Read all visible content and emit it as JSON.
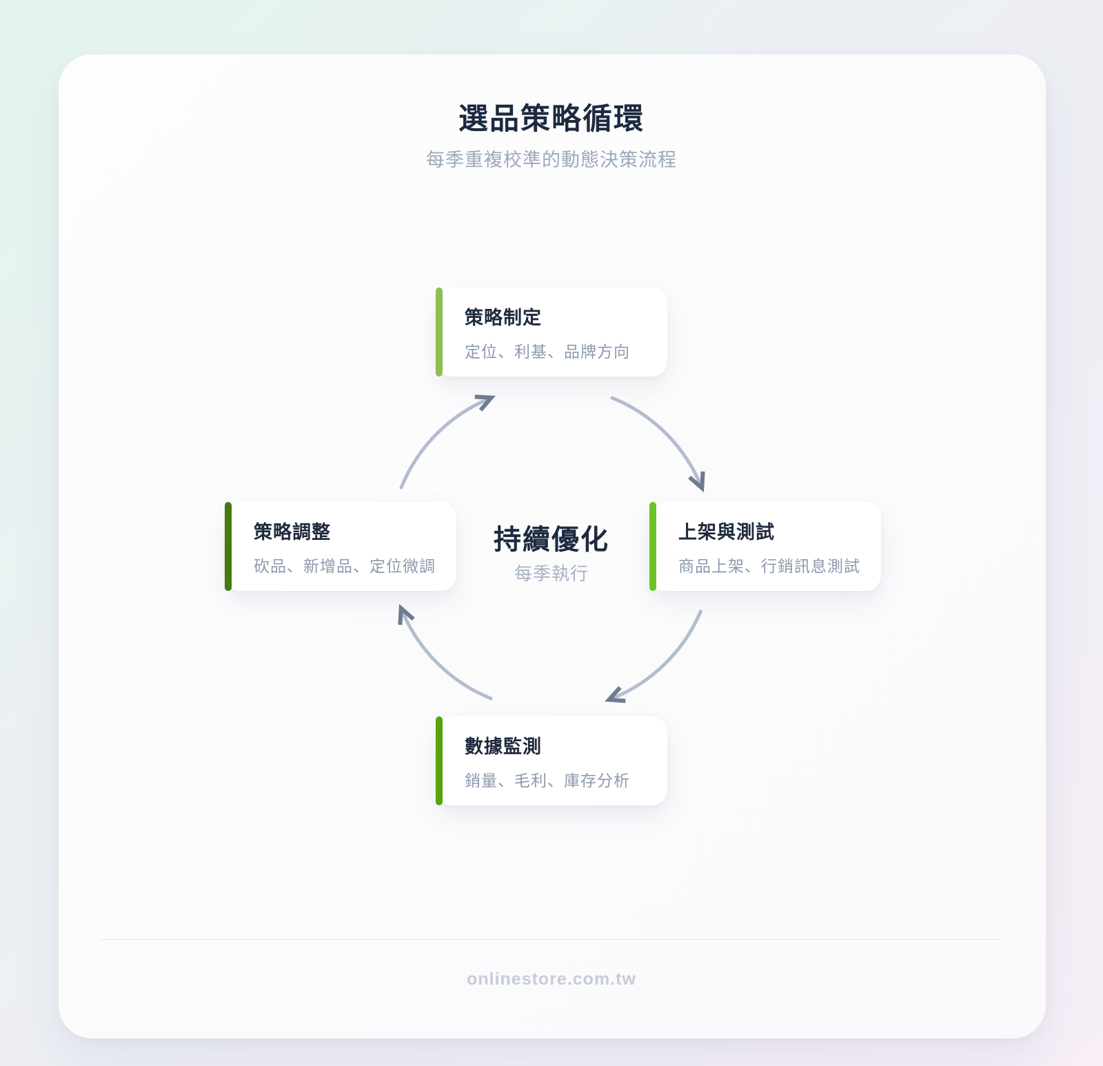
{
  "page": {
    "title": "選品策略循環",
    "subtitle": "每季重複校準的動態決策流程"
  },
  "cycle": {
    "center": {
      "title": "持續優化",
      "subtitle": "每季執行"
    },
    "steps": [
      {
        "position": "top",
        "title": "策略制定",
        "subtitle": "定位、利基、品牌方向",
        "accent_color": "#8fbe4f"
      },
      {
        "position": "right",
        "title": "上架與測試",
        "subtitle": "商品上架、行銷訊息測試",
        "accent_color": "#6cc324"
      },
      {
        "position": "bottom",
        "title": "數據監測",
        "subtitle": "銷量、毛利、庫存分析",
        "accent_color": "#58a40e"
      },
      {
        "position": "left",
        "title": "策略調整",
        "subtitle": "砍品、新增品、定位微調",
        "accent_color": "#47790f"
      }
    ]
  },
  "footer": {
    "website": "onlinestore.com.tw"
  },
  "colors": {
    "arrow_line": "#b3bdd0",
    "arrow_head": "#6f7b92",
    "heading_text": "#1d2a40",
    "muted_text": "#9ca9bb"
  }
}
